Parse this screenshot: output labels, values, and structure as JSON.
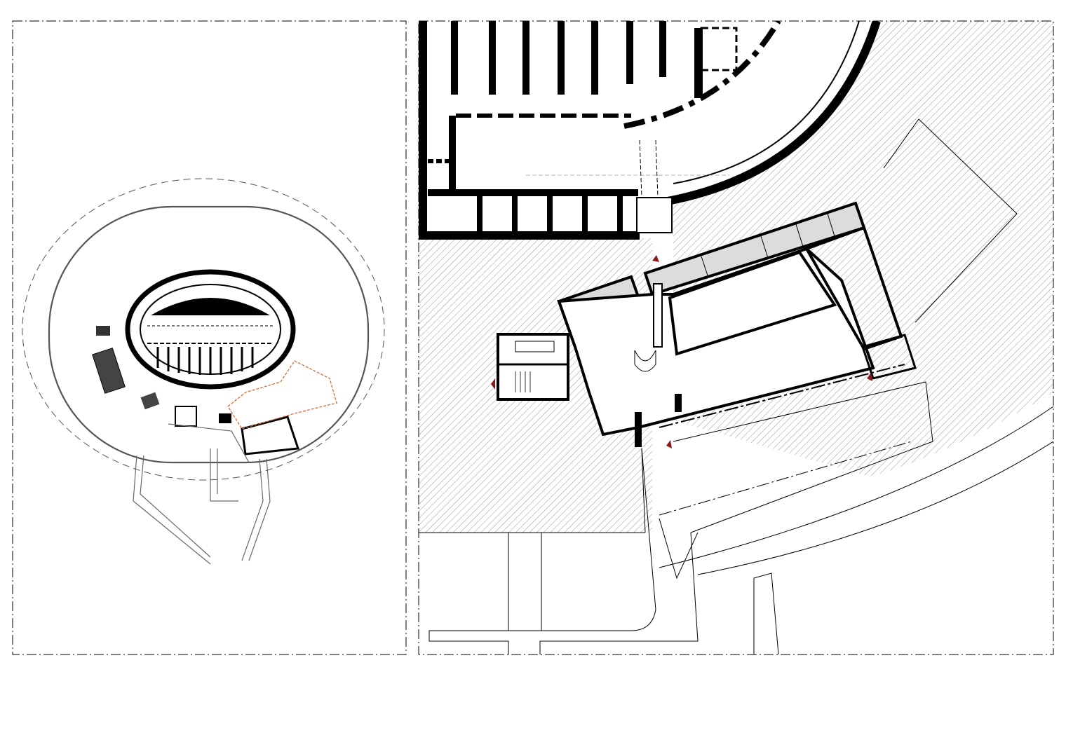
{
  "drawing": {
    "type": "architectural-floor-plan",
    "panels": [
      "site-plan",
      "detail-floor-plan"
    ],
    "colors": {
      "line": "#000000",
      "hatch": "#7a7a7a",
      "room_fill": "#dcdcdc",
      "highlight": "#d9622b",
      "marker": "#8b1a1a",
      "background": "#ffffff"
    }
  }
}
